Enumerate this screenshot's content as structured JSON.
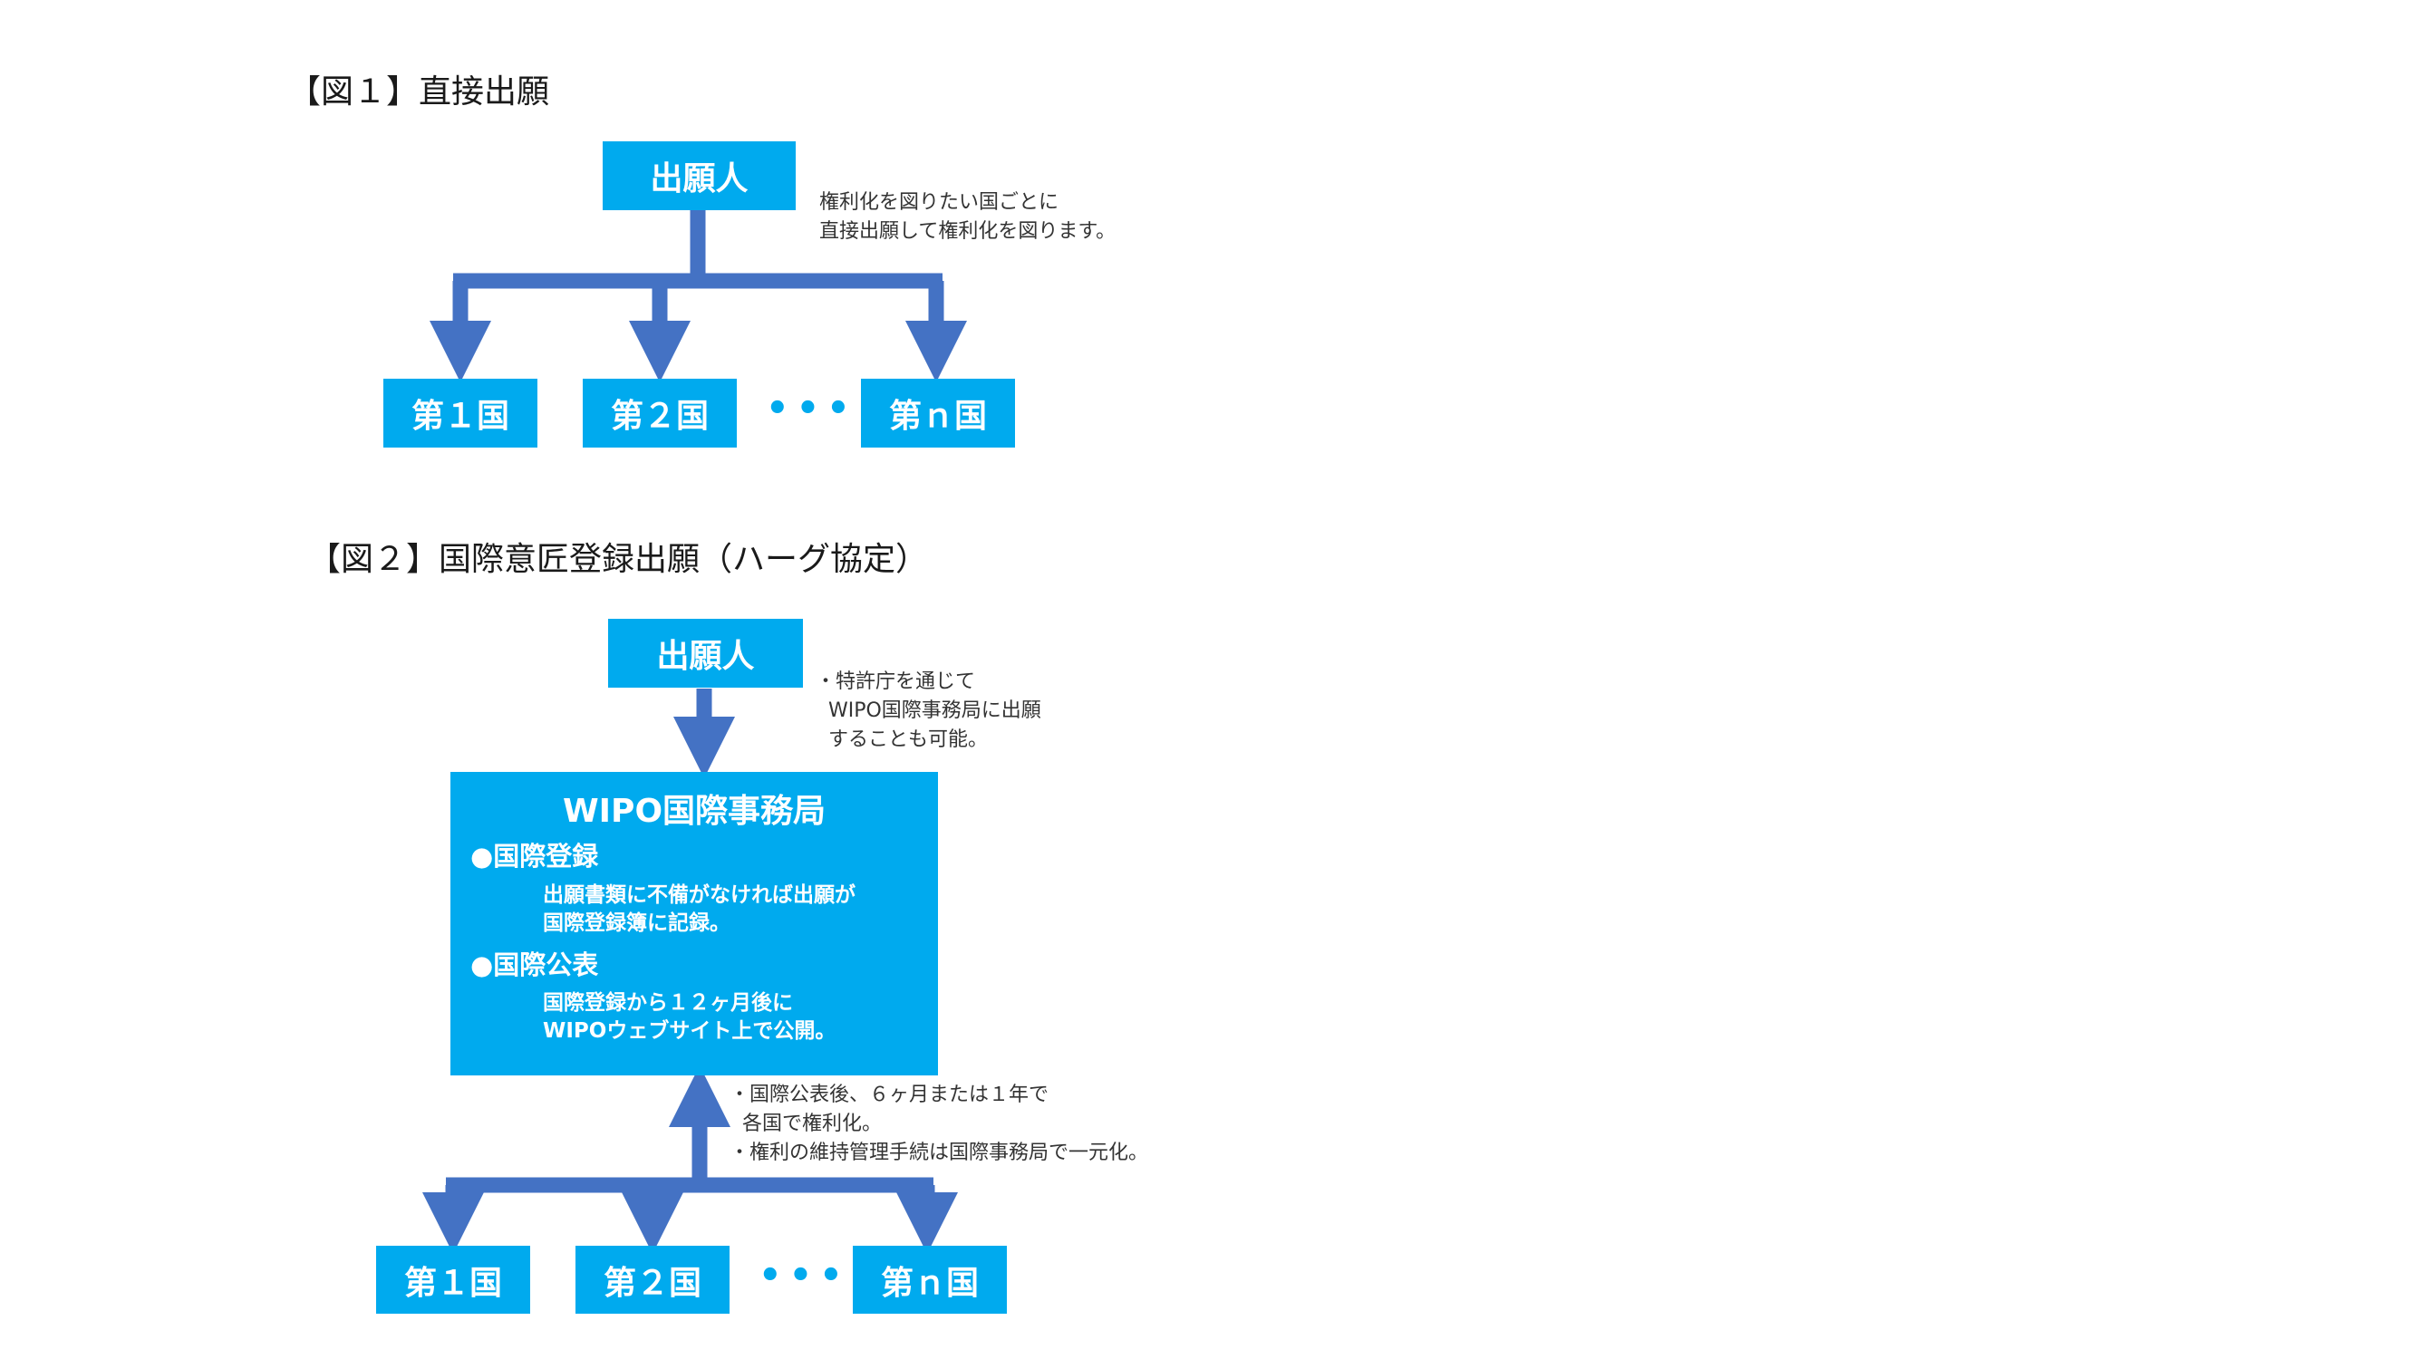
{
  "fig1": {
    "heading": "【図１】直接出願",
    "applicant": "出願人",
    "note": "権利化を図りたい国ごとに\n直接出願して権利化を図ります。",
    "countries": [
      "第１国",
      "第２国",
      "第ｎ国"
    ],
    "ellipsis": "•••"
  },
  "fig2": {
    "heading": "【図２】国際意匠登録出願（ハーグ協定）",
    "applicant": "出願人",
    "note_top": "・特許庁を通じて\n  WIPO国際事務局に出願\n  することも可能。",
    "wipo": {
      "title": "WIPO国際事務局",
      "item1_title": "●国際登録",
      "item1_desc": "出願書類に不備がなければ出願が\n国際登録簿に記録。",
      "item2_title": "●国際公表",
      "item2_desc": "国際登録から１２ヶ月後に\nWIPOウェブサイト上で公開。"
    },
    "note_bottom": "・国際公表後、６ヶ月または１年で\n  各国で権利化。\n・権利の維持管理手続は国際事務局で一元化。",
    "countries": [
      "第１国",
      "第２国",
      "第ｎ国"
    ],
    "ellipsis": "•••"
  },
  "colors": {
    "box": "#00aaee",
    "connector": "#4472c4"
  }
}
